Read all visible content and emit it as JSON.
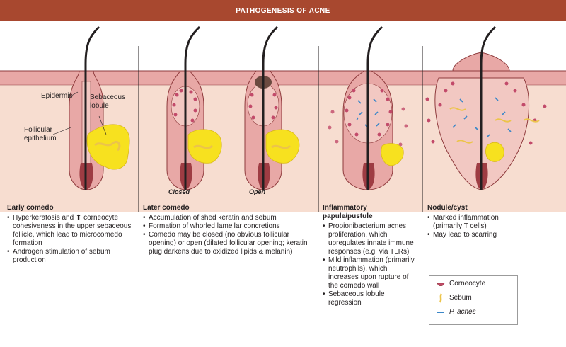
{
  "title": "PATHOGENESIS OF ACNE",
  "colors": {
    "title_bar": "#a8482f",
    "skin": "#f7ddd0",
    "epidermis": "#e8a8a6",
    "outline": "#8e3a3c",
    "sebum": "#f7e11f",
    "sebum_string": "#ecc44a",
    "p_acnes": "#3b87c8",
    "corneocyte": "#c24a6a",
    "hair": "#231f20"
  },
  "labels": {
    "epidermis": "Epidermis",
    "sebaceous_lobule": "Sebaceous\nlobule",
    "follicular_epithelium": "Follicular\nepithelium",
    "closed": "Closed",
    "open": "Open"
  },
  "panels": [
    {
      "heading": "Early comedo",
      "items": [
        "Hyperkeratosis and ⬆ corneocyte cohesiveness in the upper sebaceous follicle, which lead to microcomedo formation",
        "Androgen stimulation of sebum production"
      ]
    },
    {
      "heading": "Later comedo",
      "items": [
        "Accumulation of shed keratin and sebum",
        "Formation of whorled lamellar concretions",
        "Comedo may be closed (no obvious follicular opening) or open (dilated follicular opening; keratin plug darkens due to oxidized lipids & melanin)"
      ]
    },
    {
      "heading": "Inflammatory papule/pustule",
      "items": [
        "Propionibacterium acnes proliferation, which upregulates innate immune responses (e.g. via TLRs)",
        "Mild inflammation (primarily neutrophils), which increases upon rupture of the comedo wall",
        "Sebaceous lobule regression"
      ]
    },
    {
      "heading": "Nodule/cyst",
      "items": [
        "Marked inflammation (primarily T cells)",
        "May lead to scarring"
      ]
    }
  ],
  "legend": {
    "corneocyte": "Corneocyte",
    "sebum": "Sebum",
    "p_acnes": "P. acnes"
  }
}
